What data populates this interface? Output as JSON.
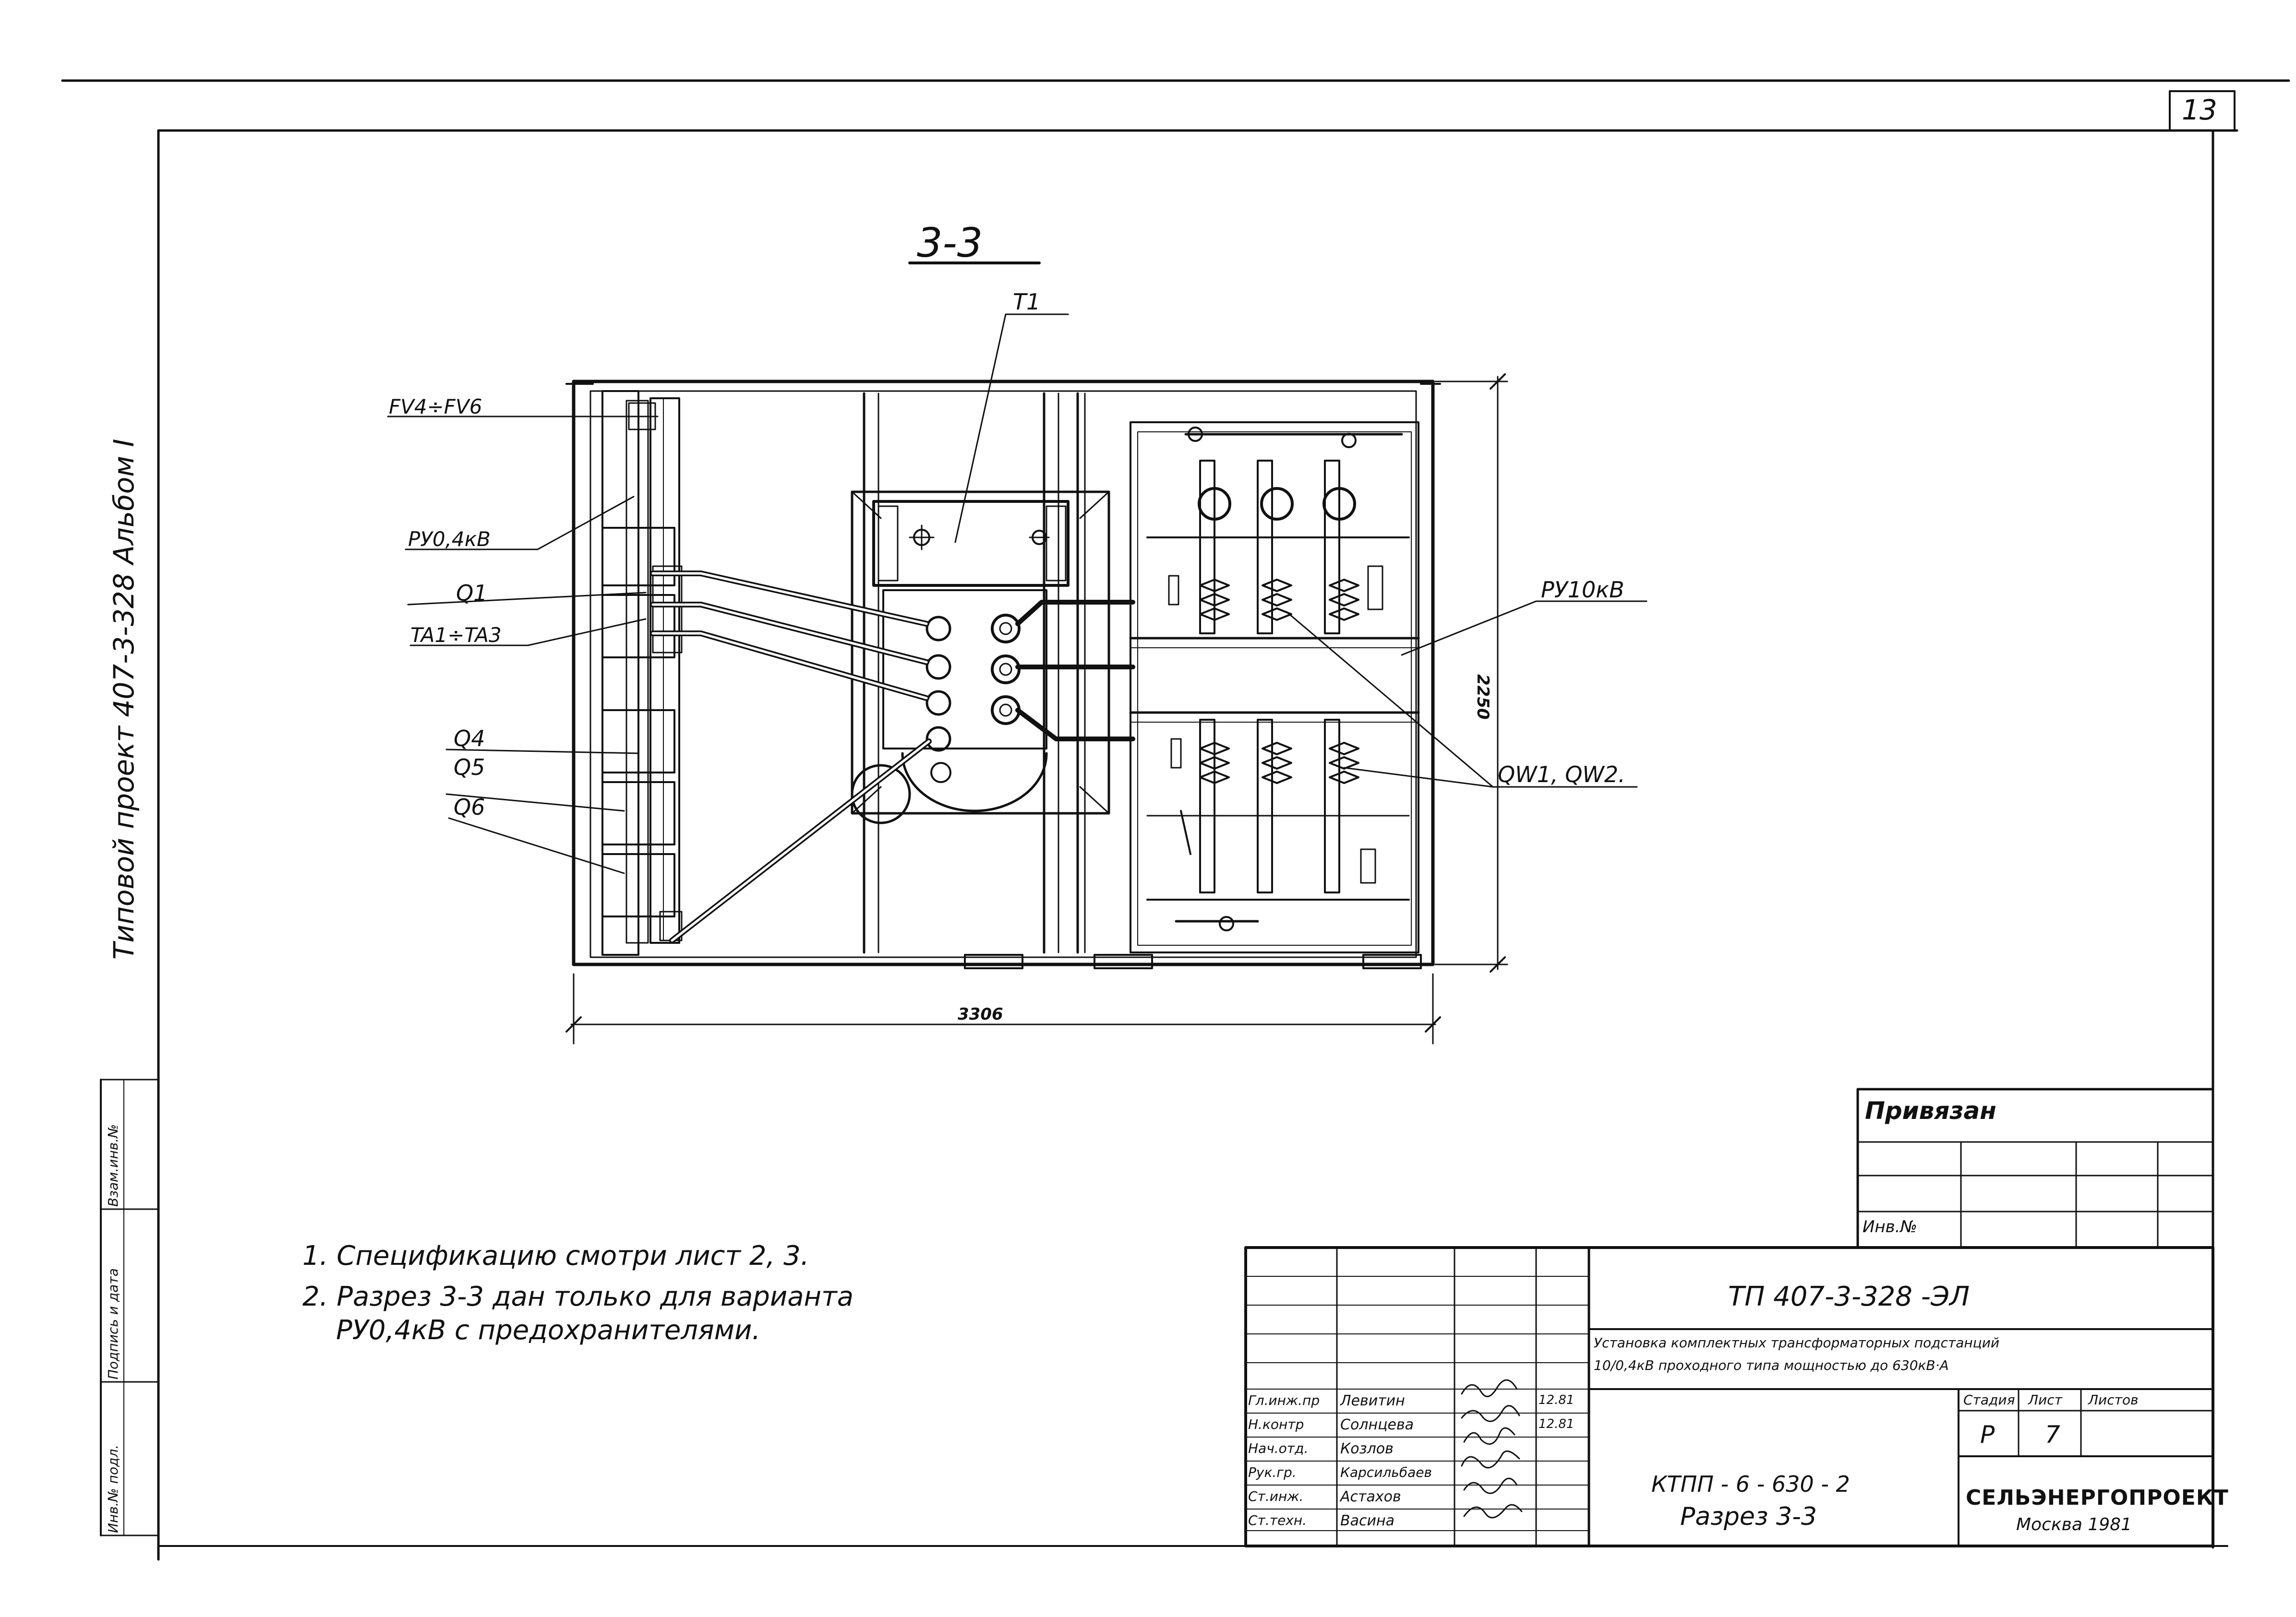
{
  "sheet": {
    "number": "13",
    "side_title": "Типовой проект 407-3-328 Альбом I",
    "section_title": "3-3"
  },
  "drawing": {
    "labels": {
      "t1": "T1",
      "fv": "FV4÷FV6",
      "ru04": "РУ0,4кВ",
      "q1": "Q1",
      "ta": "TA1÷TA3",
      "q4": "Q4",
      "q5": "Q5",
      "q6": "Q6",
      "ru10": "РУ10кВ",
      "qw": "QW1, QW2."
    },
    "dimensions": {
      "width": "3306",
      "height": "2250"
    }
  },
  "notes": [
    "1. Спецификацию смотри лист 2, 3.",
    "2. Разрез 3-3 дан только для варианта",
    "РУ0,4кВ с предохранителями."
  ],
  "left_stamp": {
    "cells": [
      "Инв.№ подл.",
      "Подпись и дата",
      "Взам.инв.№"
    ]
  },
  "privyazan_block": {
    "title": "Привязан",
    "inv_label": "Инв.№"
  },
  "title_block": {
    "doc_code": "ТП 407-3-328 -ЭЛ",
    "description_line1": "Установка комплектных трансформаторных подстанций",
    "description_line2": "10/0,4кВ проходного типа мощностью до 630кВ·А",
    "stage_header": "Стадия",
    "sheet_header": "Лист",
    "sheets_header": "Листов",
    "stage_value": "Р",
    "sheet_value": "7",
    "drawing_title_line1": "КТПП - 6 - 630 - 2",
    "drawing_title_line2": "Разрез 3-3",
    "organization": "СЕЛЬЭНЕРГОПРОЕКТ",
    "city_year": "Москва 1981",
    "signatures": [
      {
        "role": "Гл.инж.пр",
        "name": "Левитин",
        "date": "12.81"
      },
      {
        "role": "Н.контр",
        "name": "Солнцева",
        "date": "12.81"
      },
      {
        "role": "Нач.отд.",
        "name": "Козлов",
        "date": ""
      },
      {
        "role": "Рук.гр.",
        "name": "Карсильбаев",
        "date": ""
      },
      {
        "role": "Ст.инж.",
        "name": "Астахов",
        "date": ""
      },
      {
        "role": "Ст.техн.",
        "name": "Васина",
        "date": ""
      }
    ]
  }
}
